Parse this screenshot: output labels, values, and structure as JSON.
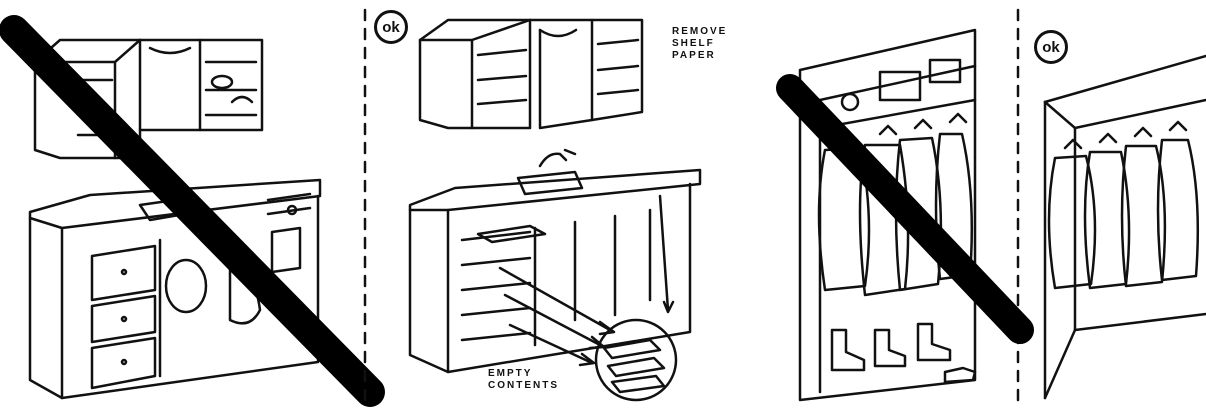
{
  "badges": {
    "ok": "ok"
  },
  "labels": {
    "remove_shelf_paper": "REMOVE\nSHELF\nPAPER",
    "empty_contents": "EMPTY\nCONTENTS"
  },
  "colors": {
    "ink": "#111111",
    "paper": "#ffffff"
  }
}
